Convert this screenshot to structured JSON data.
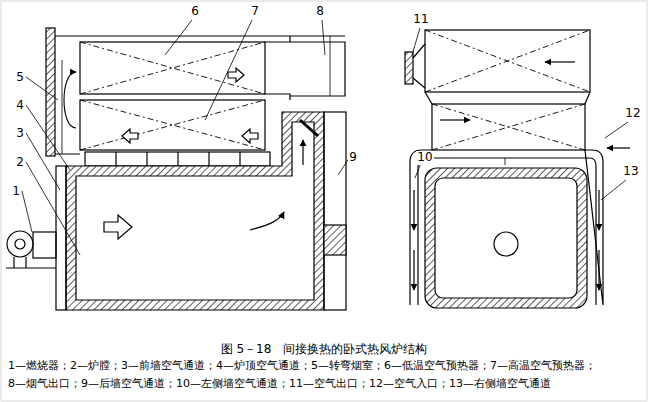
{
  "diagram": {
    "caption": "图 5－18　间接换热的卧式热风炉结构",
    "labels": [
      "1",
      "2",
      "3",
      "4",
      "5",
      "6",
      "7",
      "8",
      "9",
      "10",
      "11",
      "12",
      "13",
      "1—燃烧器；2—炉膛；3—前墙空气通道；4—炉顶空气通道；5—转弯烟室；6—低温空气预热器；7—高温空气预热器；",
      "8—烟气出口；9—后墙空气通道；10—左侧墙空气通道；11—空气出口；12—空气入口；13—右侧墙空气通道"
    ]
  }
}
